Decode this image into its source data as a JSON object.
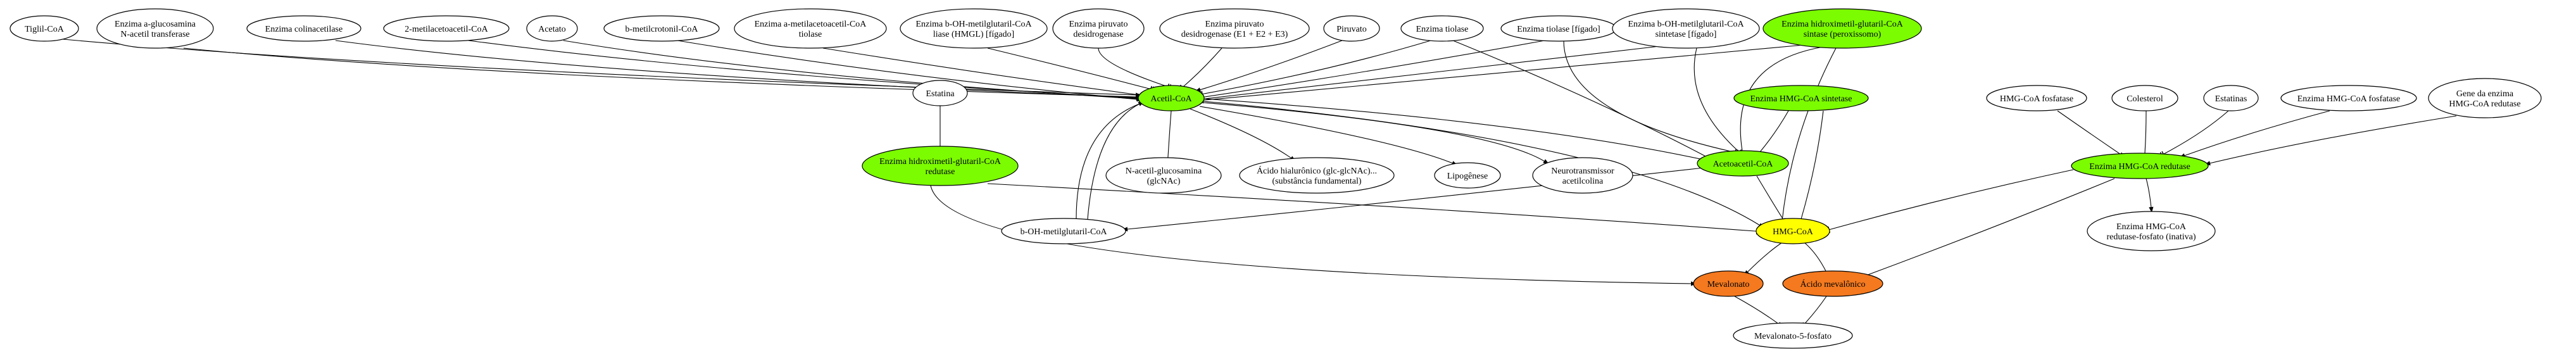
{
  "colors": {
    "default_fill": "#ffffff",
    "green": "#7cfc00",
    "yellow": "#ffff00",
    "orange": "#f4791f",
    "stroke": "#000000"
  },
  "nodes": [
    {
      "id": "tiglil",
      "lines": [
        "Tiglil-CoA"
      ],
      "fill": "default"
    },
    {
      "id": "glucosamina_transf",
      "lines": [
        "Enzima a-glucosamina",
        "N-acetil transferase"
      ],
      "fill": "default"
    },
    {
      "id": "colinacetilase",
      "lines": [
        "Enzima colinacetilase"
      ],
      "fill": "default"
    },
    {
      "id": "metilacetoacetil",
      "lines": [
        "2-metilacetoacetil-CoA"
      ],
      "fill": "default"
    },
    {
      "id": "acetato",
      "lines": [
        "Acetato"
      ],
      "fill": "default"
    },
    {
      "id": "metilcrotonil",
      "lines": [
        "b-metilcrotonil-CoA"
      ],
      "fill": "default"
    },
    {
      "id": "tiolase_metil",
      "lines": [
        "Enzima a-metilacetoacetil-CoA",
        "tiolase"
      ],
      "fill": "default"
    },
    {
      "id": "hmgl",
      "lines": [
        "Enzima b-OH-metilglutaril-CoA",
        "liase (HMGL) [fígado]"
      ],
      "fill": "default"
    },
    {
      "id": "piruvato_desid",
      "lines": [
        "Enzima piruvato",
        "desidrogenase"
      ],
      "fill": "default"
    },
    {
      "id": "piruvato_desid_e",
      "lines": [
        "Enzima piruvato",
        "desidrogenase (E1 + E2 + E3)"
      ],
      "fill": "default"
    },
    {
      "id": "piruvato",
      "lines": [
        "Piruvato"
      ],
      "fill": "default"
    },
    {
      "id": "tiolase",
      "lines": [
        "Enzima tiolase"
      ],
      "fill": "default"
    },
    {
      "id": "tiolase_figado",
      "lines": [
        "Enzima tiolase [fígado]"
      ],
      "fill": "default"
    },
    {
      "id": "sintetase_figado",
      "lines": [
        "Enzima b-OH-metilglutaril-CoA",
        "sintetase [fígado]"
      ],
      "fill": "default"
    },
    {
      "id": "sintase_perox",
      "lines": [
        "Enzima hidroximetil-glutaril-CoA",
        "sintase (peroxissomo)"
      ],
      "fill": "green"
    },
    {
      "id": "acetil",
      "lines": [
        "Acetil-CoA"
      ],
      "fill": "green"
    },
    {
      "id": "estatina",
      "lines": [
        "Estatina"
      ],
      "fill": "default"
    },
    {
      "id": "hmg_red_left",
      "lines": [
        "Enzima hidroximetil-glutaril-CoA",
        "redutase"
      ],
      "fill": "green"
    },
    {
      "id": "glcnac",
      "lines": [
        "N-acetil-glucosamina",
        "(glcNAc)"
      ],
      "fill": "default"
    },
    {
      "id": "hialuronico",
      "lines": [
        "Ácido hialurônico (glc-glcNAc)...",
        "(substância fundamental)"
      ],
      "fill": "default"
    },
    {
      "id": "lipogenese",
      "lines": [
        "Lipogênese"
      ],
      "fill": "default"
    },
    {
      "id": "acetilcolina",
      "lines": [
        "Neurotransmissor",
        "acetilcolina"
      ],
      "fill": "default"
    },
    {
      "id": "hmg_sintetase",
      "lines": [
        "Enzima HMG-CoA sintetase"
      ],
      "fill": "green"
    },
    {
      "id": "acetoacetil",
      "lines": [
        "Acetoacetil-CoA"
      ],
      "fill": "green"
    },
    {
      "id": "metilglutaril",
      "lines": [
        "b-OH-metilglutaril-CoA"
      ],
      "fill": "default"
    },
    {
      "id": "hmgcoa",
      "lines": [
        "HMG-CoA"
      ],
      "fill": "yellow"
    },
    {
      "id": "mevalonato",
      "lines": [
        "Mevalonato"
      ],
      "fill": "orange"
    },
    {
      "id": "mevalonico",
      "lines": [
        "Ácido mevalônico"
      ],
      "fill": "orange"
    },
    {
      "id": "mevalonato5f",
      "lines": [
        "Mevalonato-5-fosfato"
      ],
      "fill": "default"
    },
    {
      "id": "fosfatase",
      "lines": [
        "HMG-CoA fosfatase"
      ],
      "fill": "default"
    },
    {
      "id": "colesterol",
      "lines": [
        "Colesterol"
      ],
      "fill": "default"
    },
    {
      "id": "estatinas",
      "lines": [
        "Estatinas"
      ],
      "fill": "default"
    },
    {
      "id": "enz_fosfatase",
      "lines": [
        "Enzima HMG-CoA fosfatase"
      ],
      "fill": "default"
    },
    {
      "id": "gene_redutase",
      "lines": [
        "Gene da enzima",
        "HMG-CoA redutase"
      ],
      "fill": "default"
    },
    {
      "id": "hmg_red_right",
      "lines": [
        "Enzima HMG-CoA redutase"
      ],
      "fill": "green"
    },
    {
      "id": "red_fosfato",
      "lines": [
        "Enzima HMG-CoA",
        "redutase-fosfato (inativa)"
      ],
      "fill": "default"
    }
  ],
  "edges": [
    {
      "from": "tiglil",
      "to": "acetil",
      "head": "normal"
    },
    {
      "from": "glucosamina_transf",
      "to": "acetil",
      "head": "tee"
    },
    {
      "from": "colinacetilase",
      "to": "acetil",
      "head": "tee"
    },
    {
      "from": "metilacetoacetil",
      "to": "acetil",
      "head": "normal"
    },
    {
      "from": "acetato",
      "to": "acetil",
      "head": "normal"
    },
    {
      "from": "metilcrotonil",
      "to": "acetil",
      "head": "normal"
    },
    {
      "from": "tiolase_metil",
      "to": "acetil",
      "head": "tee"
    },
    {
      "from": "hmgl",
      "to": "acetil",
      "head": "tee"
    },
    {
      "from": "piruvato_desid",
      "to": "acetil",
      "head": "tee"
    },
    {
      "from": "piruvato_desid_e",
      "to": "acetil",
      "head": "tee"
    },
    {
      "from": "piruvato",
      "to": "acetil",
      "head": "normal"
    },
    {
      "from": "tiolase",
      "to": "acetil",
      "head": "tee"
    },
    {
      "from": "tiolase",
      "to": "acetoacetil",
      "head": "tee"
    },
    {
      "from": "tiolase_figado",
      "to": "acetil",
      "head": "tee"
    },
    {
      "from": "tiolase_figado",
      "to": "acetoacetil",
      "head": "tee"
    },
    {
      "from": "sintetase_figado",
      "to": "acetil",
      "head": "tee"
    },
    {
      "from": "sintetase_figado",
      "to": "acetoacetil",
      "head": "tee"
    },
    {
      "from": "sintase_perox",
      "to": "acetil",
      "head": "tee"
    },
    {
      "from": "sintase_perox",
      "to": "acetoacetil",
      "head": "tee"
    },
    {
      "from": "sintase_perox",
      "to": "hmgcoa",
      "head": "tee"
    },
    {
      "from": "acetil",
      "to": "glcnac",
      "head": "tee"
    },
    {
      "from": "acetil",
      "to": "hialuronico",
      "head": "normal"
    },
    {
      "from": "acetil",
      "to": "lipogenese",
      "head": "normal"
    },
    {
      "from": "acetil",
      "to": "acetilcolina",
      "head": "normal"
    },
    {
      "from": "acetil",
      "to": "acetoacetil",
      "head": "tee"
    },
    {
      "from": "acetil",
      "to": "hmgcoa",
      "head": "normal"
    },
    {
      "from": "acetil",
      "to": "metilglutaril",
      "head": "tee"
    },
    {
      "from": "metilglutaril",
      "to": "acetil",
      "head": "normal"
    },
    {
      "from": "estatina",
      "to": "hmg_red_left",
      "head": "tee"
    },
    {
      "from": "hmg_red_left",
      "to": "hmgcoa",
      "head": "tee"
    },
    {
      "from": "hmg_red_left",
      "to": "mevalonato",
      "head": "normal"
    },
    {
      "from": "hmg_sintetase",
      "to": "acetoacetil",
      "head": "tee"
    },
    {
      "from": "hmg_sintetase",
      "to": "hmgcoa",
      "head": "tee"
    },
    {
      "from": "acetoacetil",
      "to": "hmgcoa",
      "head": "normal"
    },
    {
      "from": "acetoacetil",
      "to": "metilglutaril",
      "head": "normal"
    },
    {
      "from": "hmgcoa",
      "to": "mevalonato",
      "head": "normal"
    },
    {
      "from": "hmgcoa",
      "to": "mevalonico",
      "head": "normal"
    },
    {
      "from": "mevalonato",
      "to": "mevalonato5f",
      "head": "normal"
    },
    {
      "from": "mevalonico",
      "to": "mevalonato5f",
      "head": "normal"
    },
    {
      "from": "fosfatase",
      "to": "hmg_red_right",
      "head": "normal"
    },
    {
      "from": "colesterol",
      "to": "hmg_red_right",
      "head": "tee"
    },
    {
      "from": "estatinas",
      "to": "hmg_red_right",
      "head": "tee"
    },
    {
      "from": "enz_fosfatase",
      "to": "hmg_red_right",
      "head": "normal"
    },
    {
      "from": "gene_redutase",
      "to": "hmg_red_right",
      "head": "normal"
    },
    {
      "from": "hmg_red_right",
      "to": "hmgcoa",
      "head": "tee"
    },
    {
      "from": "hmg_red_right",
      "to": "mevalonico",
      "head": "normal"
    },
    {
      "from": "hmg_red_right",
      "to": "red_fosfato",
      "head": "normal"
    }
  ]
}
